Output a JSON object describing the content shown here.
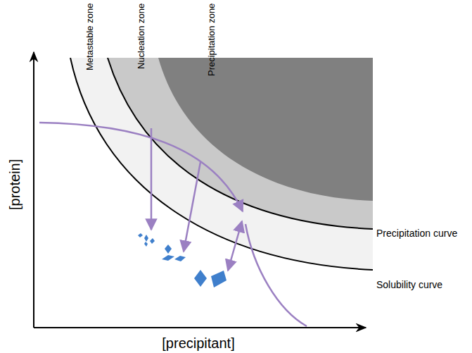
{
  "diagram": {
    "labels": [
      "Metastable zone",
      "Nucleation zone",
      "Precipitation zone",
      "[protein]",
      "[precipitant]",
      "Precipitation curve",
      "Solubility curve"
    ]
  }
}
